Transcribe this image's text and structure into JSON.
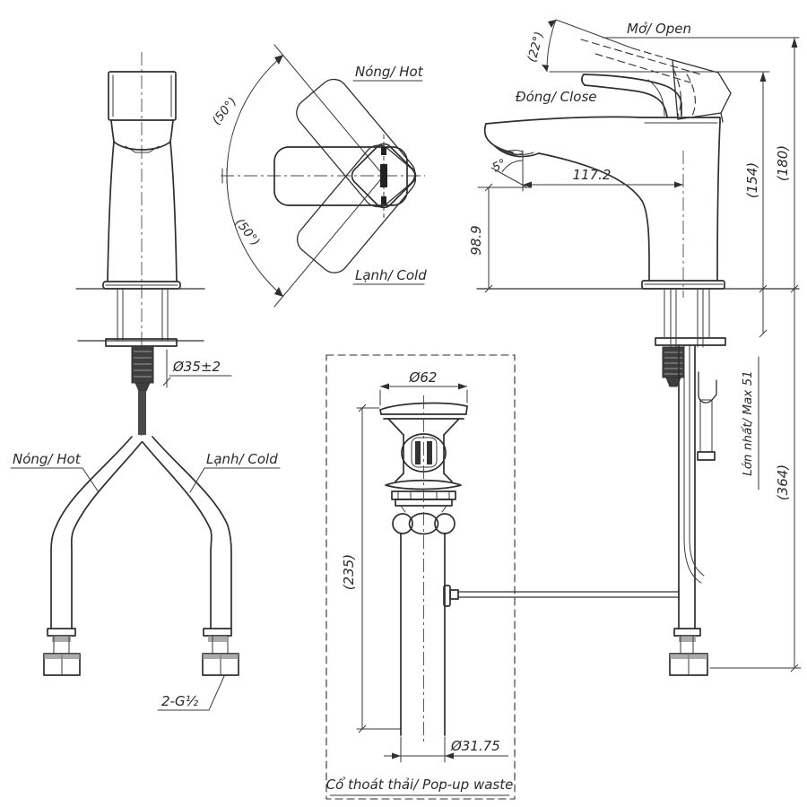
{
  "drawing": {
    "labels": {
      "open": "Mở/ Open",
      "close": "Đóng/ Close",
      "hot": "Nóng/ Hot",
      "cold": "Lạnh/ Cold",
      "popup_waste": "Cổ thoát thải/ Pop-up waste",
      "max_clamp": "Lớn nhất/ Max 51",
      "thread": "2-G½"
    },
    "dimensions": {
      "open_angle": "(22°)",
      "swing": "(50°)",
      "reach": "117.2",
      "outlet_height": "98.9",
      "outlet_angle": "5°",
      "height_closed": "(154)",
      "height_open": "(180)",
      "below_counter": "(364)",
      "shank_dia": "Ø35±2",
      "cap_dia": "Ø62",
      "waste_height": "(235)",
      "tail_dia": "Ø31.75"
    },
    "colors": {
      "line": "#2f2f2f",
      "background": "#ffffff"
    }
  }
}
